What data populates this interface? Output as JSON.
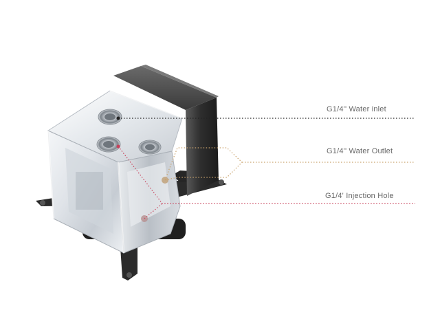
{
  "callouts": {
    "inlet": {
      "label": "G1/4'' Water inlet",
      "line_color": "#222222"
    },
    "outlet": {
      "label": "G1/4'' Water Outlet",
      "line_color": "#c9a26c"
    },
    "injection": {
      "label": "G1/4' Injection Hole",
      "line_color": "#c8415a"
    }
  },
  "colors": {
    "label_text": "#666666",
    "bracket_metal": "#2b2b2b",
    "housing_metal": "#3a3a3a",
    "acrylic_tint": "#dfe4ea"
  }
}
